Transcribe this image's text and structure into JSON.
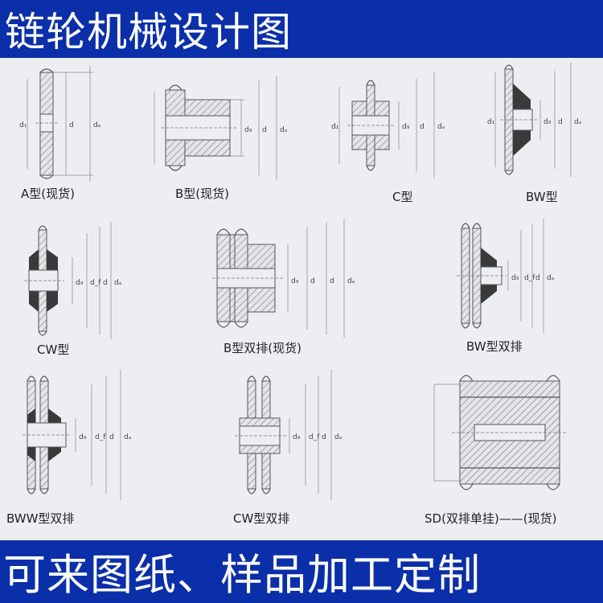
{
  "header": {
    "title": "链轮机械设计图"
  },
  "footer": {
    "slogan": "可来图纸、样品加工定制"
  },
  "symbols": {
    "d1": "d₁",
    "d": "d",
    "da": "dₐ",
    "dg": "d₉",
    "df": "d_f"
  },
  "diagrams": [
    {
      "id": "A",
      "label": "A型(现货)"
    },
    {
      "id": "B",
      "label": "B型(现货)"
    },
    {
      "id": "C",
      "label": "C型"
    },
    {
      "id": "BW",
      "label": "BW型"
    },
    {
      "id": "CW",
      "label": "CW型"
    },
    {
      "id": "B-double",
      "label": "B型双排(现货)"
    },
    {
      "id": "BW-double",
      "label": "BW型双排"
    },
    {
      "id": "BWW-double",
      "label": "BWW型双排"
    },
    {
      "id": "CW-double",
      "label": "CW型双排"
    },
    {
      "id": "SD",
      "label": "SD(双排单挂)——(现货)"
    }
  ],
  "colors": {
    "banner": "#0b2fa8",
    "banner_text": "#ffffff",
    "paper": "#edeef2"
  }
}
